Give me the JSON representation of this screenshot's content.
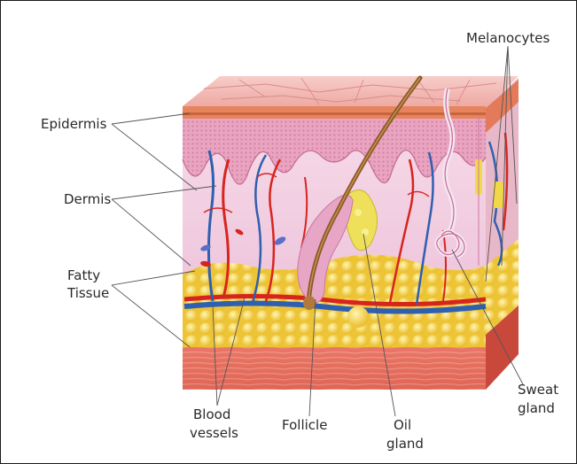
{
  "labels": {
    "melanocytes": "Melanocytes",
    "epidermis": "Epidermis",
    "dermis": "Dermis",
    "fatty_line1": "Fatty",
    "fatty_line2": "Tissue",
    "blood_line1": "Blood",
    "blood_line2": "vessels",
    "follicle": "Follicle",
    "oil_line1": "Oil",
    "oil_line2": "gland",
    "sweat_line1": "Sweat",
    "sweat_line2": "gland"
  },
  "colors": {
    "epidermis_top": "#f2b8b4",
    "epidermis_layer": "#e88a6a",
    "dermis": "#f3d4e4",
    "papillary": "#e9a8c4",
    "fat": "#f5d24a",
    "muscle": "#e36a5a",
    "vein": "#2f5fb0",
    "artery": "#d8241e",
    "hair": "#8a5a2a",
    "oil_gland": "#f0e050"
  }
}
